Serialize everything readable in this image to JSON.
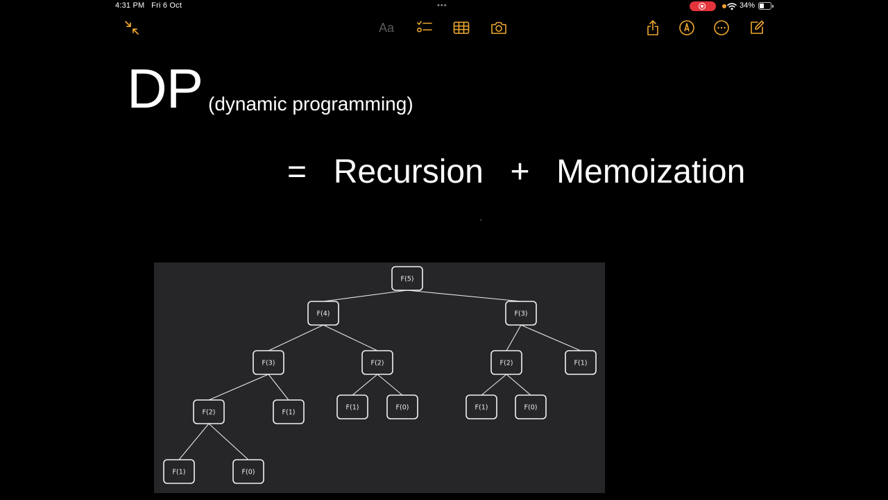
{
  "status_bar": {
    "time": "4:31 PM",
    "date": "Fri 6 Oct",
    "multitask_dots": "•••",
    "battery_percent": "34%",
    "recording_color": "#e5343c"
  },
  "toolbar": {
    "accent_color": "#f0a830",
    "collapse_icon": "arrows-collapse-icon",
    "format_label": "Aa",
    "checklist_icon": "checklist-icon",
    "table_icon": "table-icon",
    "camera_icon": "camera-icon",
    "share_icon": "share-icon",
    "markup_icon": "pen-markup-icon",
    "more_icon": "ellipsis-circle-icon",
    "compose_icon": "compose-icon"
  },
  "note": {
    "title": "DP",
    "subtitle": "(dynamic programming)",
    "equation": "=  Recursion  +  Memoization"
  },
  "tree": {
    "nodes": [
      {
        "id": "n0",
        "label": "F(5)"
      },
      {
        "id": "n1",
        "label": "F(4)"
      },
      {
        "id": "n2",
        "label": "F(3)"
      },
      {
        "id": "n3",
        "label": "F(3)"
      },
      {
        "id": "n4",
        "label": "F(2)"
      },
      {
        "id": "n5",
        "label": "F(2)"
      },
      {
        "id": "n6",
        "label": "F(1)"
      },
      {
        "id": "n7",
        "label": "F(2)"
      },
      {
        "id": "n8",
        "label": "F(1)"
      },
      {
        "id": "n9",
        "label": "F(1)"
      },
      {
        "id": "n10",
        "label": "F(0)"
      },
      {
        "id": "n11",
        "label": "F(1)"
      },
      {
        "id": "n12",
        "label": "F(0)"
      },
      {
        "id": "n13",
        "label": "F(1)"
      },
      {
        "id": "n14",
        "label": "F(0)"
      }
    ],
    "edges": [
      [
        "n0",
        "n1"
      ],
      [
        "n0",
        "n2"
      ],
      [
        "n1",
        "n3"
      ],
      [
        "n1",
        "n4"
      ],
      [
        "n2",
        "n5"
      ],
      [
        "n2",
        "n6"
      ],
      [
        "n3",
        "n7"
      ],
      [
        "n3",
        "n8"
      ],
      [
        "n4",
        "n9"
      ],
      [
        "n4",
        "n10"
      ],
      [
        "n5",
        "n11"
      ],
      [
        "n5",
        "n12"
      ],
      [
        "n7",
        "n13"
      ],
      [
        "n7",
        "n14"
      ]
    ]
  }
}
